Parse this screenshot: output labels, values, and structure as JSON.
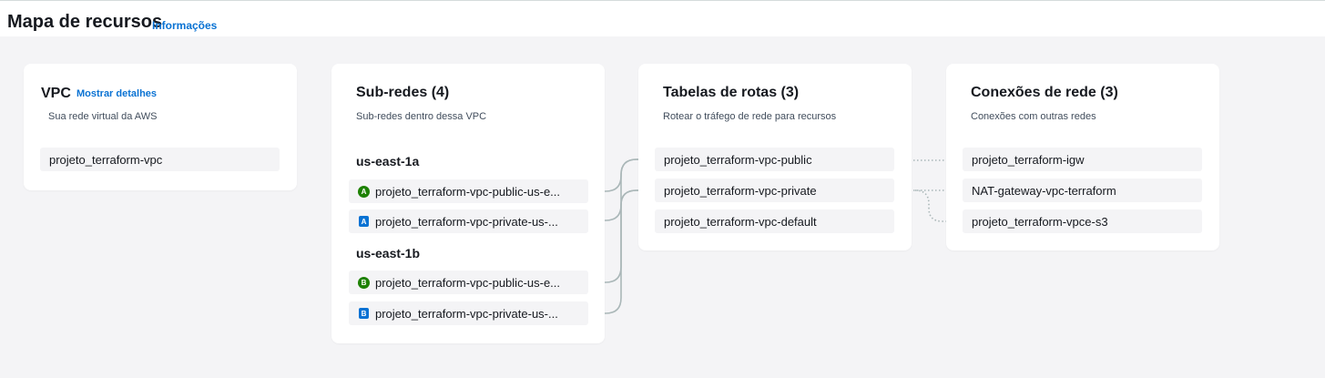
{
  "header": {
    "title": "Mapa de recursos",
    "info_label": "Informações"
  },
  "vpc_card": {
    "title": "VPC",
    "details_label": "Mostrar detalhes",
    "subtitle": "Sua rede virtual da AWS",
    "item": "projeto_terraform-vpc"
  },
  "subnets_card": {
    "title": "Sub-redes (4)",
    "subtitle": "Sub-redes dentro dessa VPC",
    "zones": [
      {
        "name": "us-east-1a",
        "subnets": [
          {
            "badge": "A",
            "type": "public",
            "label": "projeto_terraform-vpc-public-us-e..."
          },
          {
            "badge": "A",
            "type": "private",
            "label": "projeto_terraform-vpc-private-us-..."
          }
        ]
      },
      {
        "name": "us-east-1b",
        "subnets": [
          {
            "badge": "B",
            "type": "public",
            "label": "projeto_terraform-vpc-public-us-e..."
          },
          {
            "badge": "B",
            "type": "private",
            "label": "projeto_terraform-vpc-private-us-..."
          }
        ]
      }
    ]
  },
  "routes_card": {
    "title": "Tabelas de rotas (3)",
    "subtitle": "Rotear o tráfego de rede para recursos",
    "items": [
      "projeto_terraform-vpc-public",
      "projeto_terraform-vpc-private",
      "projeto_terraform-vpc-default"
    ]
  },
  "connections_card": {
    "title": "Conexões de rede (3)",
    "subtitle": "Conexões com outras redes",
    "items": [
      "projeto_terraform-igw",
      "NAT-gateway-vpc-terraform",
      "projeto_terraform-vpce-s3"
    ]
  },
  "colors": {
    "public_badge": "#1d8102",
    "private_badge": "#0972d3",
    "link": "#0972d3",
    "connector": "#aab7b8"
  }
}
